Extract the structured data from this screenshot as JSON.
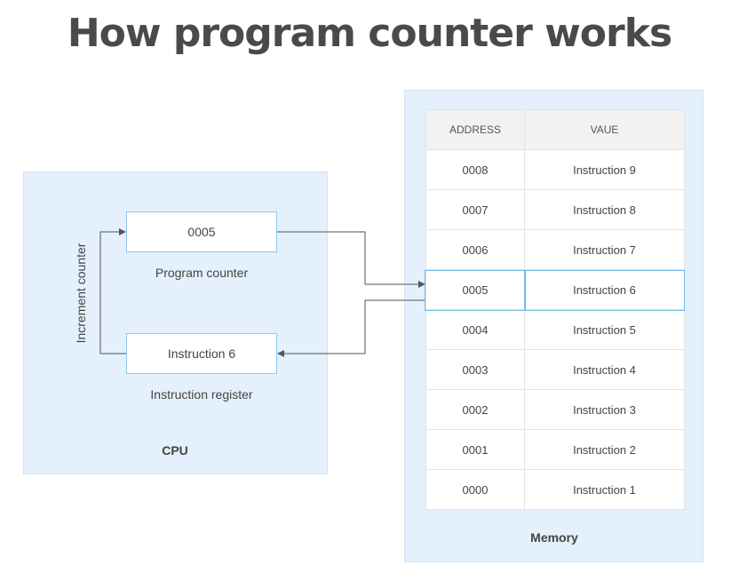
{
  "title": "How program counter works",
  "cpu": {
    "label": "CPU",
    "program_counter": {
      "value": "0005",
      "caption": "Program counter"
    },
    "instruction_register": {
      "value": "Instruction 6",
      "caption": "Instruction register"
    },
    "increment_label": "Increment counter"
  },
  "memory": {
    "label": "Memory",
    "columns": [
      "ADDRESS",
      "VAUE"
    ],
    "rows": [
      {
        "address": "0008",
        "value": "Instruction 9"
      },
      {
        "address": "0007",
        "value": "Instruction 8"
      },
      {
        "address": "0006",
        "value": "Instruction 7"
      },
      {
        "address": "0005",
        "value": "Instruction 6"
      },
      {
        "address": "0004",
        "value": "Instruction 5"
      },
      {
        "address": "0003",
        "value": "Instruction 4"
      },
      {
        "address": "0002",
        "value": "Instruction 3"
      },
      {
        "address": "0001",
        "value": "Instruction 2"
      },
      {
        "address": "0000",
        "value": "Instruction 1"
      }
    ],
    "highlighted_address": "0005"
  },
  "colors": {
    "panel": "#e4f0fb",
    "accent": "#6fbbe8",
    "title": "#4a4a4a",
    "connector": "#555555"
  }
}
